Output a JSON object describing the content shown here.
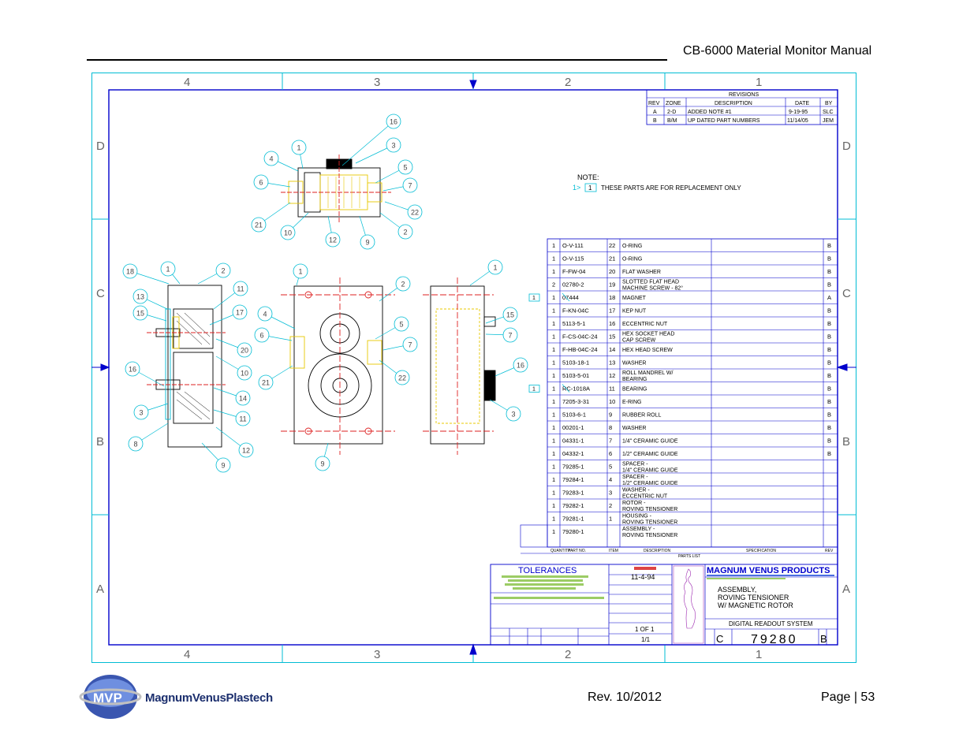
{
  "header": {
    "title": "CB-6000 Material Monitor Manual"
  },
  "footer": {
    "revision": "Rev. 10/2012",
    "page": "Page | 53",
    "logo_badge": "MVP",
    "logo_text": "MagnumVenusPlastech"
  },
  "zones": {
    "columns": [
      "4",
      "3",
      "2",
      "1"
    ],
    "rows": [
      "D",
      "C",
      "B",
      "A"
    ]
  },
  "revisions": {
    "title": "REVISIONS",
    "headers": [
      "REV",
      "ZONE",
      "DESCRIPTION",
      "DATE",
      "BY"
    ],
    "rows": [
      [
        "A",
        "2-D",
        "ADDED NOTE #1",
        "9-19-95",
        "SLC"
      ],
      [
        "B",
        "B/M",
        "UP DATED PART NUMBERS",
        "11/14/05",
        "JEM"
      ]
    ]
  },
  "note": {
    "label": "NOTE:",
    "flag": "1",
    "text": "THESE PARTS ARE FOR REPLACEMENT ONLY"
  },
  "bom": {
    "rows": [
      {
        "qty": "1",
        "part": "O-V-111",
        "item": "22",
        "desc": [
          "O-RING"
        ],
        "rev": "B",
        "flag": ""
      },
      {
        "qty": "1",
        "part": "O-V-115",
        "item": "21",
        "desc": [
          "O-RING"
        ],
        "rev": "B",
        "flag": ""
      },
      {
        "qty": "1",
        "part": "F-FW-04",
        "item": "20",
        "desc": [
          "FLAT WASHER"
        ],
        "rev": "B",
        "flag": ""
      },
      {
        "qty": "2",
        "part": "02780-2",
        "item": "19",
        "desc": [
          "SLOTTED FLAT HEAD",
          "MACHINE SCREW - 82°"
        ],
        "rev": "B",
        "flag": ""
      },
      {
        "qty": "1",
        "part": "07444",
        "item": "18",
        "desc": [
          "MAGNET"
        ],
        "rev": "A",
        "flag": "1"
      },
      {
        "qty": "1",
        "part": "F-KN-04C",
        "item": "17",
        "desc": [
          "KEP NUT"
        ],
        "rev": "B",
        "flag": ""
      },
      {
        "qty": "1",
        "part": "5113-5-1",
        "item": "16",
        "desc": [
          "ECCENTRIC NUT"
        ],
        "rev": "B",
        "flag": ""
      },
      {
        "qty": "1",
        "part": "F-CS-04C-24",
        "item": "15",
        "desc": [
          "HEX SOCKET HEAD",
          "CAP SCREW"
        ],
        "rev": "B",
        "flag": ""
      },
      {
        "qty": "1",
        "part": "F-HB-04C-24",
        "item": "14",
        "desc": [
          "HEX HEAD SCREW"
        ],
        "rev": "B",
        "flag": ""
      },
      {
        "qty": "1",
        "part": "5103-18-1",
        "item": "13",
        "desc": [
          "WASHER"
        ],
        "rev": "B",
        "flag": ""
      },
      {
        "qty": "1",
        "part": "5103-5-01",
        "item": "12",
        "desc": [
          "ROLL MANDREL W/",
          "BEARING"
        ],
        "rev": "B",
        "flag": ""
      },
      {
        "qty": "1",
        "part": "RC-1018A",
        "item": "11",
        "desc": [
          "BEARING"
        ],
        "rev": "B",
        "flag": "1"
      },
      {
        "qty": "1",
        "part": "7205-3-31",
        "item": "10",
        "desc": [
          "E-RING"
        ],
        "rev": "B",
        "flag": ""
      },
      {
        "qty": "1",
        "part": "5103-6-1",
        "item": "9",
        "desc": [
          "RUBBER ROLL"
        ],
        "rev": "B",
        "flag": ""
      },
      {
        "qty": "1",
        "part": "00201-1",
        "item": "8",
        "desc": [
          "WASHER"
        ],
        "rev": "B",
        "flag": ""
      },
      {
        "qty": "1",
        "part": "04331-1",
        "item": "7",
        "desc": [
          "1/4\" CERAMIC GUIDE"
        ],
        "rev": "B",
        "flag": ""
      },
      {
        "qty": "1",
        "part": "04332-1",
        "item": "6",
        "desc": [
          "1/2\" CERAMIC GUIDE"
        ],
        "rev": "B",
        "flag": ""
      },
      {
        "qty": "1",
        "part": "79285-1",
        "item": "5",
        "desc": [
          "SPACER -",
          "1/4\" CERAMIC GUIDE"
        ],
        "rev": "",
        "flag": ""
      },
      {
        "qty": "1",
        "part": "79284-1",
        "item": "4",
        "desc": [
          "SPACER -",
          "1/2\" CERAMIC GUIDE"
        ],
        "rev": "",
        "flag": ""
      },
      {
        "qty": "1",
        "part": "79283-1",
        "item": "3",
        "desc": [
          "WASHER -",
          "ECCENTRIC NUT"
        ],
        "rev": "",
        "flag": ""
      },
      {
        "qty": "1",
        "part": "79282-1",
        "item": "2",
        "desc": [
          "ROTOR -",
          "ROVING TENSIONER"
        ],
        "rev": "",
        "flag": ""
      },
      {
        "qty": "1",
        "part": "79281-1",
        "item": "1",
        "desc": [
          "HOUSING -",
          "ROVING TENSIONER"
        ],
        "rev": "",
        "flag": ""
      }
    ],
    "assembly": {
      "qty": "1",
      "part": "79280-1",
      "item": "",
      "desc": [
        "ASSEMBLY -",
        "ROVING TENSIONER"
      ],
      "rev": "",
      "flag": ""
    },
    "headers": [
      "QUANTITY",
      "PART NO.",
      "ITEM",
      "DESCRIPTION",
      "SPECIFICATION",
      "REV"
    ],
    "footer_label": "PARTS LIST"
  },
  "title_block": {
    "tolerances": "TOLERANCES",
    "date_value": "11-4-94",
    "sheet": "1 OF 1",
    "scale": "1/1",
    "company": "MAGNUM VENUS PRODUCTS",
    "title_lines": [
      "ASSEMBLY,",
      "ROVING TENSIONER",
      "W/ MAGNETIC ROTOR"
    ],
    "system": "DIGITAL READOUT SYSTEM",
    "size": "C",
    "dwg_no": "79280",
    "rev": "B"
  },
  "balloons": {
    "top": [
      "16",
      "1",
      "3",
      "4",
      "5",
      "6",
      "7",
      "21",
      "10",
      "12",
      "9",
      "22",
      "2"
    ],
    "left": [
      "18",
      "1",
      "2",
      "13",
      "11",
      "15",
      "17",
      "20",
      "10",
      "16",
      "14",
      "3",
      "11",
      "8",
      "12",
      "9"
    ],
    "middle": [
      "1",
      "2",
      "4",
      "5",
      "6",
      "7",
      "21",
      "22",
      "9"
    ],
    "right": [
      "1",
      "15",
      "7",
      "16",
      "3"
    ]
  }
}
